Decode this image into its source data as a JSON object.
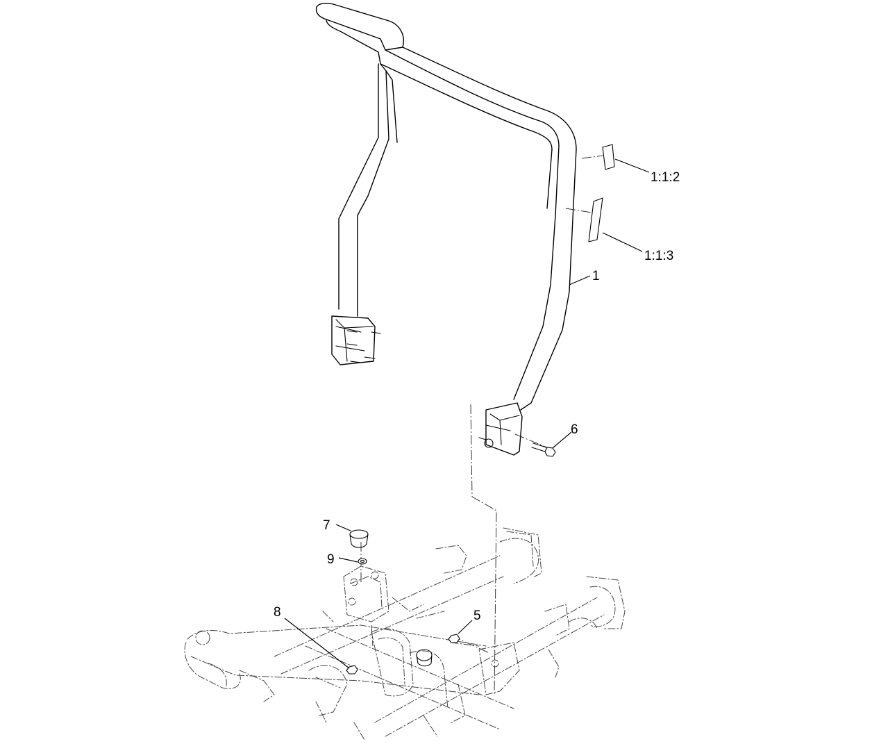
{
  "callouts": [
    {
      "id": "1:1:2",
      "text": "1:1:2"
    },
    {
      "id": "1:1:3",
      "text": "1:1:3"
    },
    {
      "id": "1",
      "text": "1"
    },
    {
      "id": "6",
      "text": "6"
    },
    {
      "id": "7",
      "text": "7"
    },
    {
      "id": "9",
      "text": "9"
    },
    {
      "id": "8",
      "text": "8"
    },
    {
      "id": "5",
      "text": "5"
    }
  ]
}
